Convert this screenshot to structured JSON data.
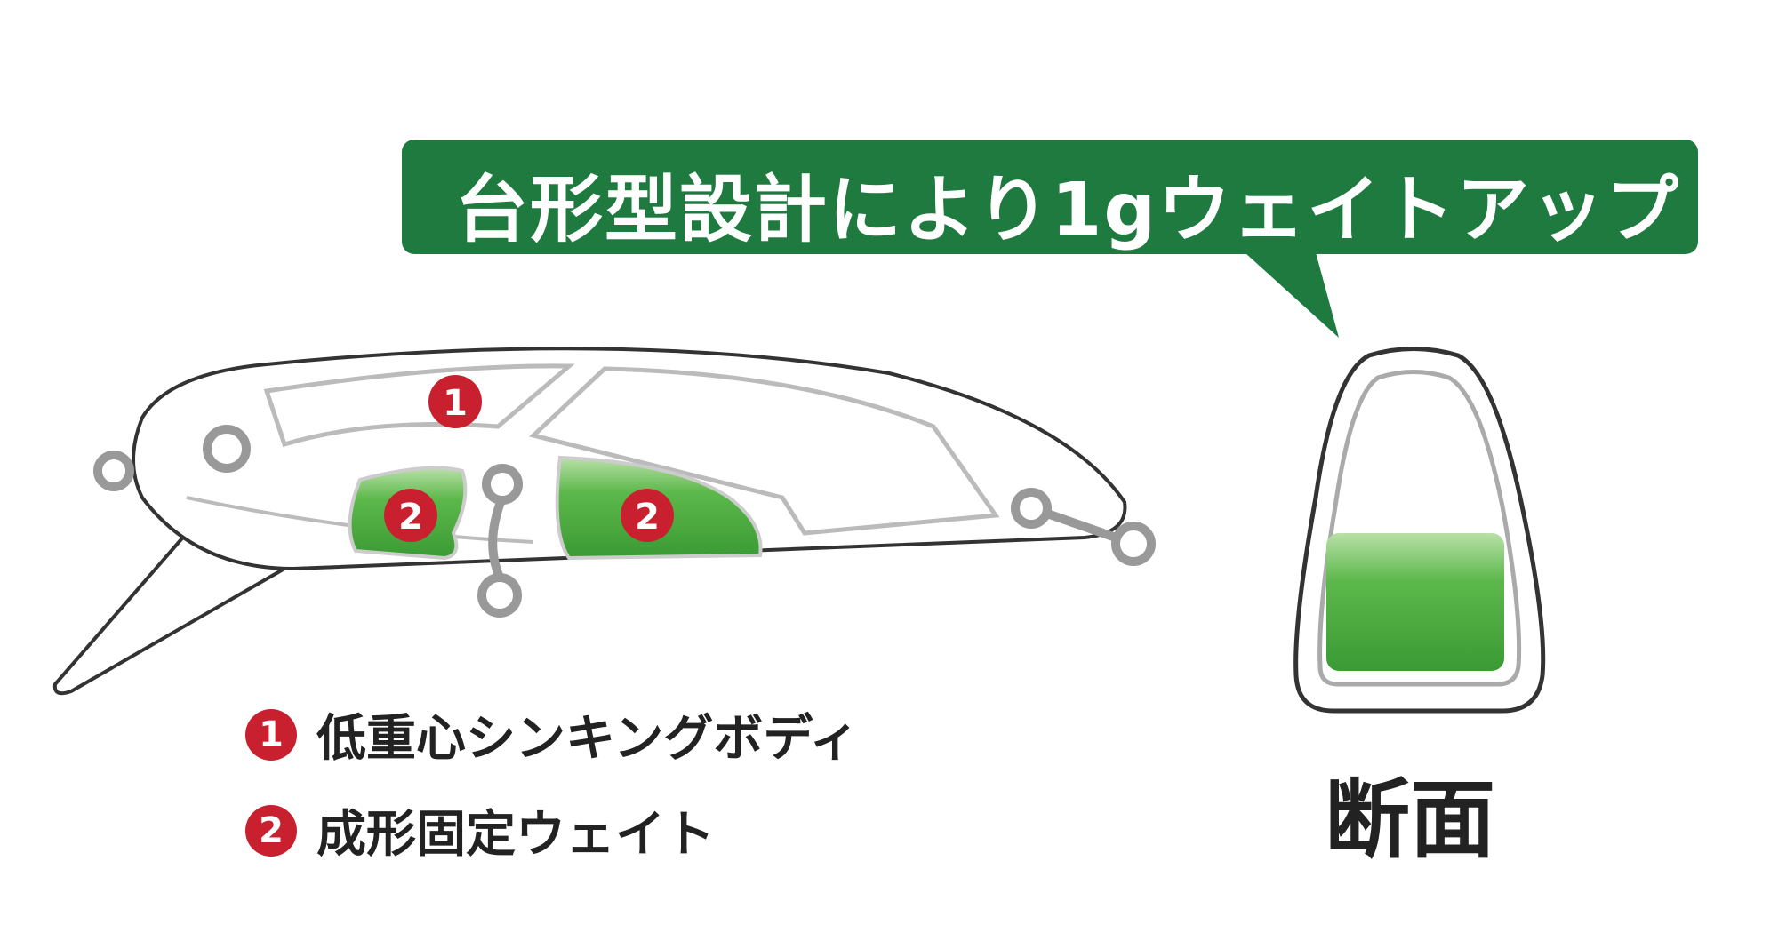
{
  "callout": {
    "text": "台形型設計により1gウェイトアップ",
    "color": "#1e7a3e"
  },
  "markers": {
    "one": "1",
    "two": "2",
    "color": "#c8202f"
  },
  "legend": [
    {
      "number": "1",
      "label": "低重心シンキングボディ"
    },
    {
      "number": "2",
      "label": "成形固定ウェイト"
    }
  ],
  "cross_section": {
    "label": "断面"
  }
}
